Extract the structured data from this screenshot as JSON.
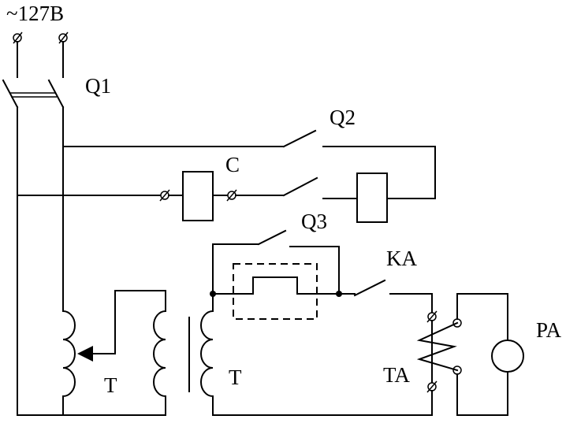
{
  "labels": {
    "supply": "~127В",
    "q1": "Q1",
    "q2": "Q2",
    "c": "C",
    "q3": "Q3",
    "ka": "KA",
    "t_left": "T",
    "t_right": "T",
    "ta": "TA",
    "pa": "PA"
  }
}
